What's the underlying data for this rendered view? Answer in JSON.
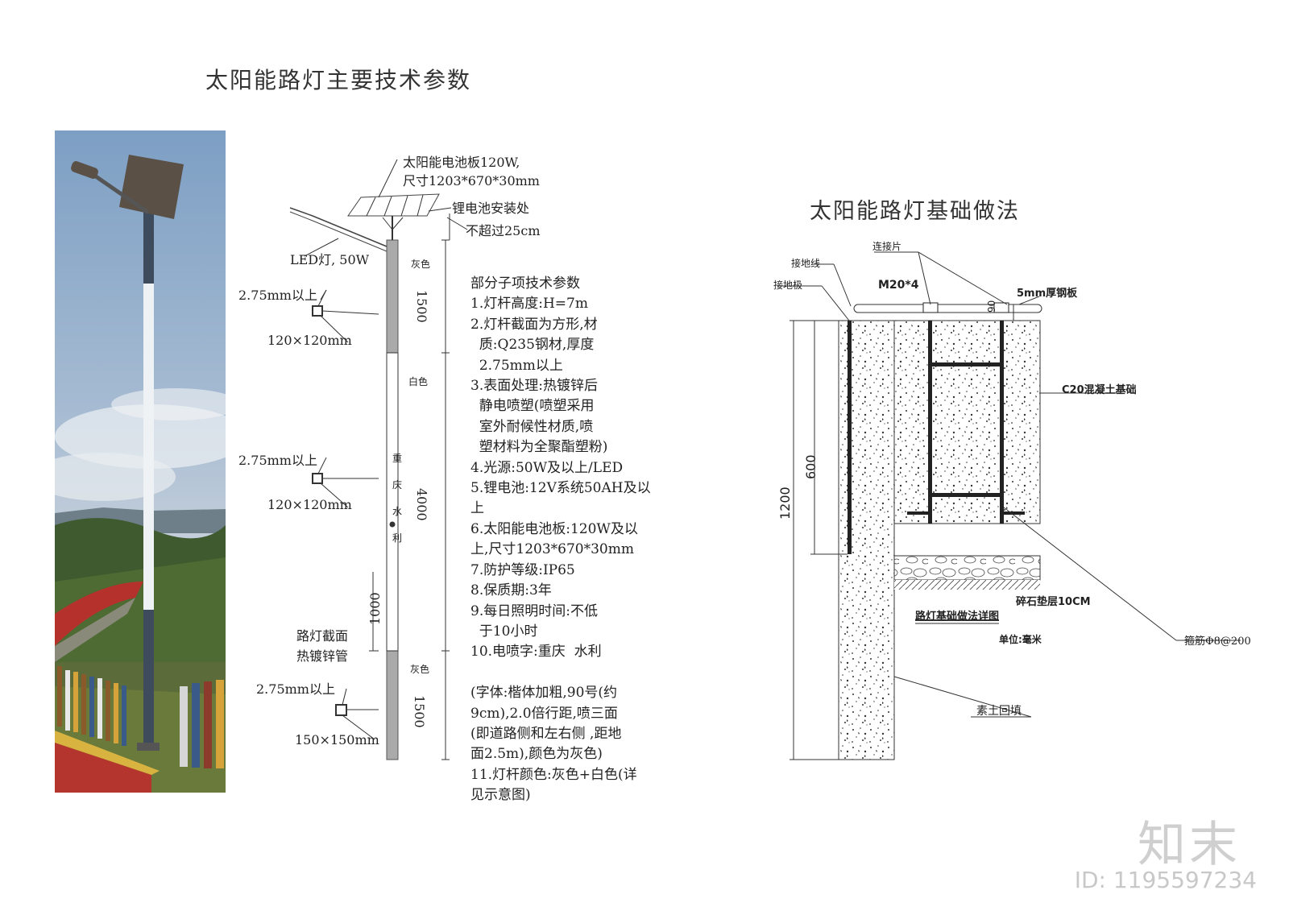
{
  "titles": {
    "main": "太阳能路灯主要技术参数",
    "foundation": "太阳能路灯基础做法"
  },
  "pole": {
    "panel_label_1": "太阳能电池板120W,",
    "panel_label_2": "尺寸1203*670*30mm",
    "battery_label": "锂电池安装处",
    "battery_limit": "不超过25cm",
    "led_label": "LED灯, 50W",
    "color_gray_top": "灰色",
    "color_white": "白色",
    "color_gray_bottom": "灰色",
    "dim_top": "1500",
    "dim_mid": "4000",
    "dim_lower": "1000",
    "dim_bottom": "1500",
    "section_top_thickness": "2.75mm以上",
    "section_top_size": "120×120mm",
    "section_mid_thickness": "2.75mm以上",
    "section_mid_size": "120×120mm",
    "section_bot_thickness": "2.75mm以上",
    "section_bot_size": "150×150mm",
    "section_note_1": "路灯截面",
    "section_note_2": "热镀锌管",
    "pole_text": [
      "重",
      "庆",
      "水",
      "利"
    ]
  },
  "specs": [
    "部分子项技术参数",
    "1.灯杆高度:H=7m",
    "2.灯杆截面为方形,材",
    "  质:Q235钢材,厚度",
    "  2.75mm以上",
    "3.表面处理:热镀锌后",
    "  静电喷塑(喷塑采用",
    "  室外耐候性材质,喷",
    "  塑材料为全聚酯塑粉)",
    "4.光源:50W及以上/LED",
    "5.锂电池:12V系统50AH及以",
    "上",
    "6.太阳能电池板:120W及以",
    "上,尺寸1203*670*30mm",
    "7.防护等级:IP65",
    "8.保质期:3年",
    "9.每日照明时间:不低",
    "  于10小时",
    "10.电喷字:重庆  水利",
    "",
    "(字体:楷体加粗,90号(约",
    "9cm),2.0倍行距,喷三面",
    "(即道路侧和左右侧 ,距地",
    "面2.5m),颜色为灰色)",
    "11.灯杆颜色:灰色+白色(详",
    "见示意图)"
  ],
  "foundation": {
    "connector": "连接片",
    "ground_wire": "接地线",
    "ground_pole": "接地极",
    "bolt": "M20*4",
    "plate": "5mm厚钢板",
    "dim_90": "90",
    "concrete": "C20混凝土基础",
    "dim_600": "600",
    "dim_1200": "1200",
    "gravel": "碎石垫层10CM",
    "detail_title": "路灯基础做法详图",
    "unit": "单位:毫米",
    "rebar": "箍筋Φ8@200",
    "backfill": "素土回填"
  },
  "watermark": {
    "brand": "知末",
    "id": "ID: 1195597234"
  }
}
